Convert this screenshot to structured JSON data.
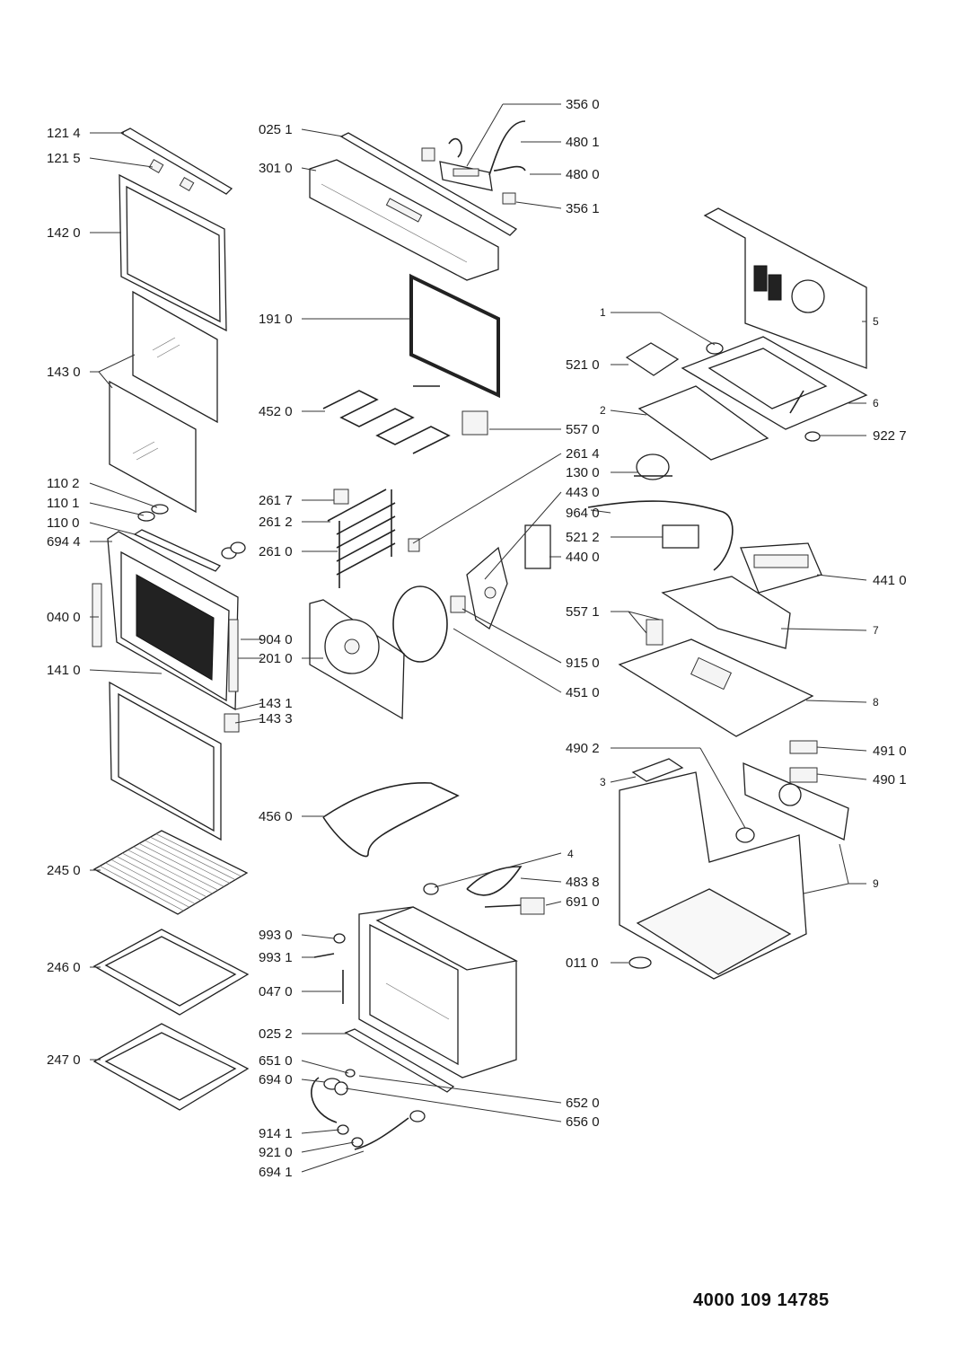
{
  "document_number": "4000 109 14785",
  "callouts": {
    "c1214": "121 4",
    "c1215": "121 5",
    "c1420": "142 0",
    "c1430": "143 0",
    "c1102": "110 2",
    "c1101": "110 1",
    "c1100": "110 0",
    "c6944": "694 4",
    "c0400": "040 0",
    "c1410": "141 0",
    "c2450": "245 0",
    "c2460": "246 0",
    "c2470": "247 0",
    "c0251": "025 1",
    "c3010": "301 0",
    "c1910": "191 0",
    "c4520": "452 0",
    "c2617": "261 7",
    "c2612": "261 2",
    "c2610": "261 0",
    "c9040": "904 0",
    "c2010": "201 0",
    "c1431": "143 1",
    "c1433": "143 3",
    "c4560": "456 0",
    "c9930": "993 0",
    "c9931": "993 1",
    "c0470": "047 0",
    "c0252": "025 2",
    "c6510": "651 0",
    "c6940": "694 0",
    "c9141": "914 1",
    "c9210": "921 0",
    "c6941": "694 1",
    "c3560": "356 0",
    "c4801": "480 1",
    "c4800": "480 0",
    "c3561": "356 1",
    "c1": "1",
    "c5": "5",
    "c5210": "521 0",
    "c6": "6",
    "c2": "2",
    "c9227": "922 7",
    "c5570": "557 0",
    "c2614": "261 4",
    "c1300": "130 0",
    "c4430": "443 0",
    "c9640": "964 0",
    "c5212": "521 2",
    "c4400": "440 0",
    "c4410": "441 0",
    "c5571": "557 1",
    "c7": "7",
    "c9150": "915 0",
    "c4510": "451 0",
    "c8": "8",
    "c4902": "490 2",
    "c4910": "491 0",
    "c3": "3",
    "c4901": "490 1",
    "c9": "9",
    "c4": "4",
    "c4838": "483 8",
    "c6910": "691 0",
    "c0110": "011 0",
    "c6520": "652 0",
    "c6560": "656 0"
  }
}
